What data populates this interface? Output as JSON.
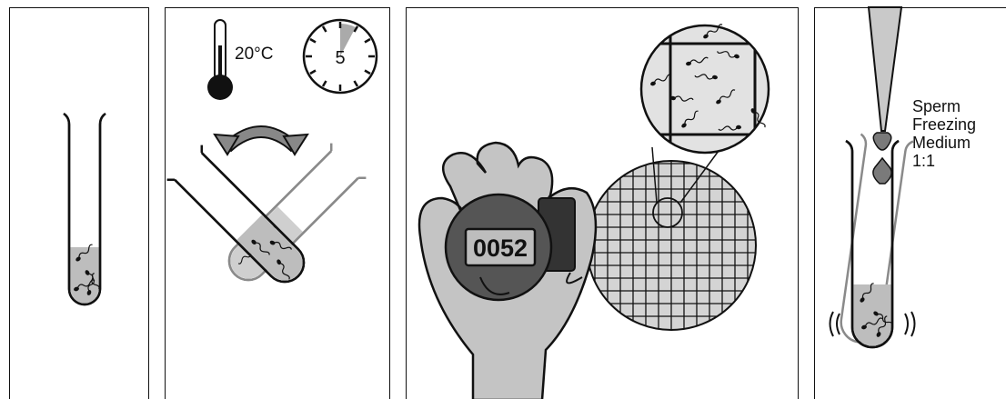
{
  "panel2": {
    "temperature": "20°C",
    "timer": "5"
  },
  "panel3": {
    "counter_display": "0052"
  },
  "panel4": {
    "medium_label": [
      "Sperm",
      "Freezing",
      "Medium",
      "1:1"
    ]
  },
  "colors": {
    "line": "#111111",
    "liquid": "#bdbdbd",
    "hand": "#c4c4c4",
    "counter_body": "#555555",
    "grid_bg": "#d4d4d4",
    "ghost_tube": "#8a8a8a"
  }
}
